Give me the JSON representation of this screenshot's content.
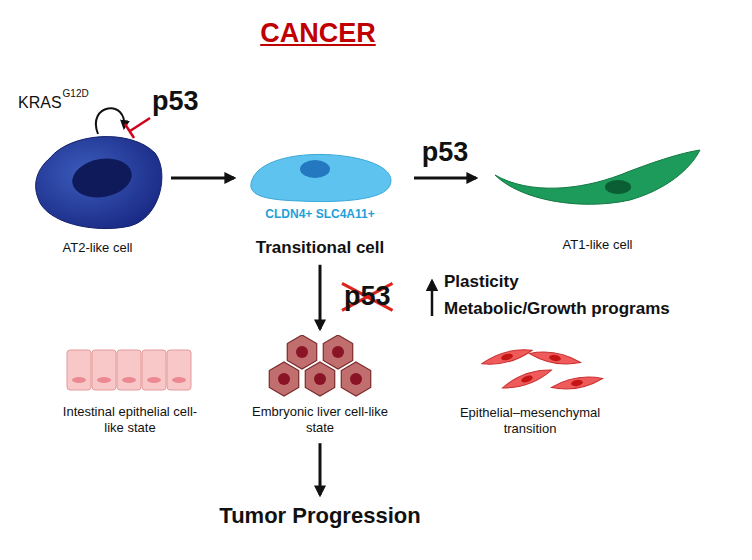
{
  "diagram": {
    "title": "CANCER",
    "nodes": [
      {
        "text": [
          "AT2-like cell"
        ]
      },
      {
        "text": [
          "CLDN4+ SLC4A11+",
          "Transitional cell"
        ]
      },
      {
        "text": [
          "AT1-like cell"
        ]
      },
      {
        "text": [
          "Intestinal epithelial cell-like state"
        ]
      },
      {
        "text": [
          "Embryonic liver cell-like state"
        ]
      },
      {
        "text": [
          "Epithelial–mesenchymal transition"
        ]
      },
      {
        "text": [
          "Tumor Progression"
        ]
      }
    ],
    "edges": [
      {
        "from": 0,
        "to": 1,
        "arrow": "to"
      },
      {
        "from": 1,
        "to": 2,
        "label": "p53",
        "arrow": "to"
      },
      {
        "from": 1,
        "to": 4,
        "label": "p53",
        "arrow": "to"
      },
      {
        "from": 4,
        "to": 6,
        "arrow": "to"
      }
    ],
    "labels": [
      "KRAS",
      "G12D",
      "p53",
      "Plasticity",
      "Metabolic/Growth programs"
    ]
  }
}
